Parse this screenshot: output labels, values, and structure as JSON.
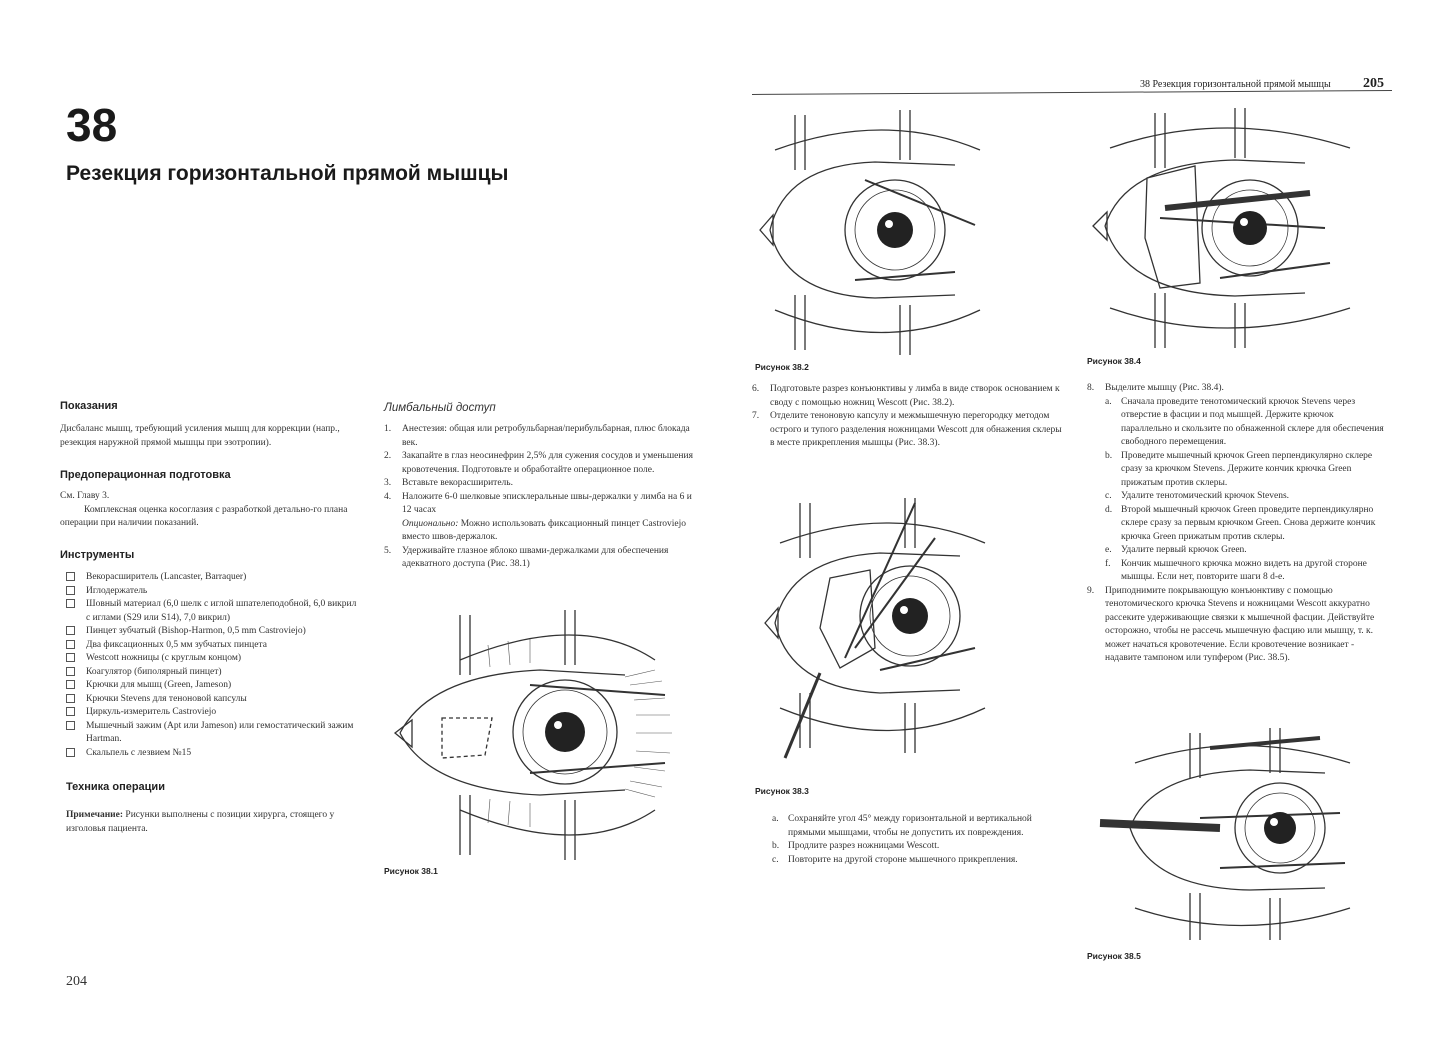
{
  "chapter": {
    "number": "38",
    "title": "Резекция горизонтальной прямой мышцы"
  },
  "running_head": "38 Резекция горизонтальной прямой мышцы",
  "page_numbers": {
    "left": "204",
    "right": "205"
  },
  "indications": {
    "heading": "Показания",
    "text": "Дисбаланс мышц, требующий усиления мышц для коррекции (напр., резекция наружной прямой мышцы при эзотропии)."
  },
  "preop": {
    "heading": "Предоперационная подготовка",
    "lines": [
      "См. Главу 3.",
      "Комплексная оценка косоглазия с разработкой детально-го плана операции при наличии показаний."
    ]
  },
  "instruments": {
    "heading": "Инструменты",
    "items": [
      "Векорасширитель (Lancaster, Barraquer)",
      "Иглодержатель",
      "Шовный материал (6,0 шелк с иглой шпателеподобной, 6,0 викрил с иглами (S29 или S14), 7,0 викрил)",
      "Пинцет зубчатый (Bishop-Harmon, 0,5 mm Castroviejo)",
      "Два фиксационных 0,5 мм зубчатых пинцета",
      "Westcott ножницы (с круглым концом)",
      "Коагулятор (биполярный пинцет)",
      "Крючки для мышц (Green, Jameson)",
      "Крючки Stevens для теноновой капсулы",
      "Циркуль-измеритель Castroviejo",
      "Мышечный зажим (Apt или Jameson) или гемостатический зажим Hartman.",
      "Скальпель с лезвием №15"
    ]
  },
  "technique": {
    "heading": "Техника операции",
    "note_label": "Примечание:",
    "note_text": " Рисунки выполнены с позиции хирурга, стоящего у изголовья пациента."
  },
  "limbal": {
    "heading": "Лимбальный доступ",
    "steps": [
      {
        "n": "1.",
        "text": "Анестезия: общая или ретробульбарная/перибульбарная, плюс блокада век."
      },
      {
        "n": "2.",
        "text": "Закапайте в глаз неосинефрин 2,5% для сужения сосудов и уменьшения кровотечения. Подготовьте и обработайте операционное поле."
      },
      {
        "n": "3.",
        "text": "Вставьте векорасширитель."
      },
      {
        "n": "4.",
        "text": "Наложите 6-0 шелковые эписклеральные швы-держалки у лимба на 6 и 12 часах",
        "opt_label": "Опционально:",
        "opt_text": " Можно использовать фиксационный пинцет Castroviejo вместо швов-держалок."
      },
      {
        "n": "5.",
        "text": "Удерживайте глазное яблоко швами-держалками для обеспечения адекватного доступа (Рис. 38.1)"
      }
    ]
  },
  "middle_steps": [
    {
      "n": "6.",
      "text": "Подготовьте разрез конъюнктивы у лимба в виде створок основанием к своду с помощью ножниц Wescott (Рис. 38.2)."
    },
    {
      "n": "7.",
      "text": "Отделите теноновую капсулу и межмышечную перегородку методом острого и тупого разделения ножницами Wescott для обнажения склеры в месте прикрепления мышцы (Рис. 38.3)."
    }
  ],
  "sub_steps_mid": [
    {
      "n": "a.",
      "text": "Сохраняйте угол 45° между горизонтальной и вертикальной прямыми мышцами, чтобы не допустить их повреждения."
    },
    {
      "n": "b.",
      "text": "Продлите разрез ножницами Wescott."
    },
    {
      "n": "c.",
      "text": "Повторите на другой стороне мышечного прикрепления."
    }
  ],
  "step8": {
    "n": "8.",
    "text": "Выделите мышцу (Рис. 38.4).",
    "subs": [
      {
        "n": "a.",
        "text": "Сначала проведите тенотомический крючок Stevens через отверстие в фасции и под мышцей. Держите крючок параллельно и скользите по обнаженной склере для обеспечения свободного перемещения."
      },
      {
        "n": "b.",
        "text": "Проведите мышечный крючок Green перпендикулярно склере сразу за крючком Stevens. Держите кончик крючка Green прижатым против склеры."
      },
      {
        "n": "c.",
        "text": "Удалите тенотомический крючок Stevens."
      },
      {
        "n": "d.",
        "text": "Второй мышечный крючок Green проведите перпендикулярно склере сразу за первым крючком Green. Снова держите кончик крючка Green прижатым против склеры."
      },
      {
        "n": "e.",
        "text": "Удалите первый крючок Green."
      },
      {
        "n": "f.",
        "text": "Кончик мышечного крючка можно видеть на другой стороне мышцы. Если нет, повторите шаги 8 d-e."
      }
    ]
  },
  "step9": {
    "n": "9.",
    "text": "Приподнимите покрывающую конъюнктиву с помощью тенотомического крючка Stevens и ножницами Wescott аккуратно рассеките удерживающие связки к мышечной фасции. Действуйте осторожно, чтобы не рассечь мышечную фасцию или мышцу, т. к. может начаться кровотечение. Если кровотечение возникает - надавите тампоном или тупфером (Рис. 38.5)."
  },
  "figures": {
    "f1": "Рисунок 38.1",
    "f2": "Рисунок 38.2",
    "f3": "Рисунок 38.3",
    "f4": "Рисунок 38.4",
    "f5": "Рисунок 38.5"
  }
}
